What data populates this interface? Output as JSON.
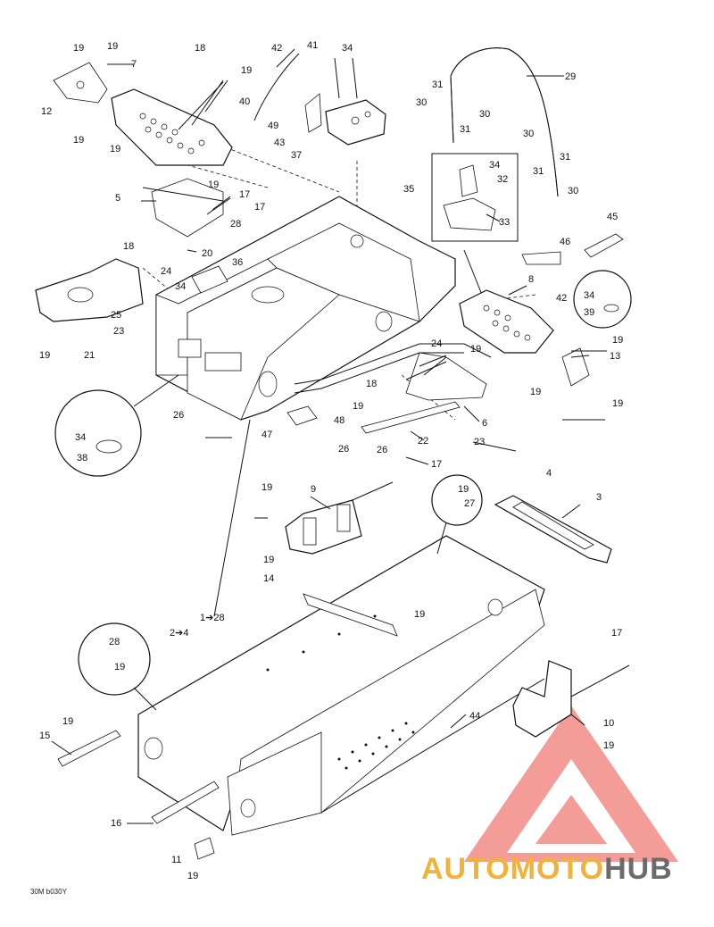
{
  "figure_code": "30M b030Y",
  "watermark": {
    "word1": "AUTOMOTO",
    "word2": "HUB",
    "color_primary": "#f2b23a",
    "color_secondary": "#6b6b6b",
    "logo_color": "#f07b76"
  },
  "callouts": {
    "c19a": "19",
    "c19b": "19",
    "c18a": "18",
    "c7": "7",
    "c19c": "19",
    "c12": "12",
    "c19d": "19",
    "c19e": "19",
    "c42": "42",
    "c41": "41",
    "c40": "40",
    "c49": "49",
    "c43": "43",
    "c34a": "34",
    "c37": "37",
    "c29": "29",
    "c31a": "31",
    "c30a": "30",
    "c30b": "30",
    "c31b": "31",
    "c30c": "30",
    "c31c": "31",
    "c31d": "31",
    "c30d": "30",
    "c5": "5",
    "c19f": "19",
    "c17a": "17",
    "c17b": "17",
    "c28a": "28",
    "c35": "35",
    "c34b": "34",
    "c32": "32",
    "c33": "33",
    "c45": "45",
    "c46": "46",
    "c18b": "18",
    "c20": "20",
    "c24a": "24",
    "c36": "36",
    "c34c": "34",
    "c25": "25",
    "c23a": "23",
    "c19g": "19",
    "c21": "21",
    "c8": "8",
    "c42b": "42",
    "c34d": "34",
    "c39": "39",
    "c19h": "19",
    "c13": "13",
    "c24b": "24",
    "c19i": "19",
    "c19j": "19",
    "c18c": "18",
    "c6": "6",
    "c19k": "19",
    "c26a": "26",
    "c47": "47",
    "c48": "48",
    "c34e": "34",
    "c38": "38",
    "c22": "22",
    "c23b": "23",
    "c26b": "26",
    "c26c": "26",
    "c17c": "17",
    "c19l": "19",
    "c9": "9",
    "c19m": "19",
    "c27": "27",
    "c4": "4",
    "c3": "3",
    "c19n": "19",
    "c14": "14",
    "c1to28": "1➔28",
    "c19o": "19",
    "c2to4": "2➔4",
    "c28b": "28",
    "c19p": "19",
    "c17d": "17",
    "c19q": "19",
    "c15": "15",
    "c44": "44",
    "c10": "10",
    "c19r": "19",
    "c16": "16",
    "c11": "11",
    "c19s": "19"
  }
}
